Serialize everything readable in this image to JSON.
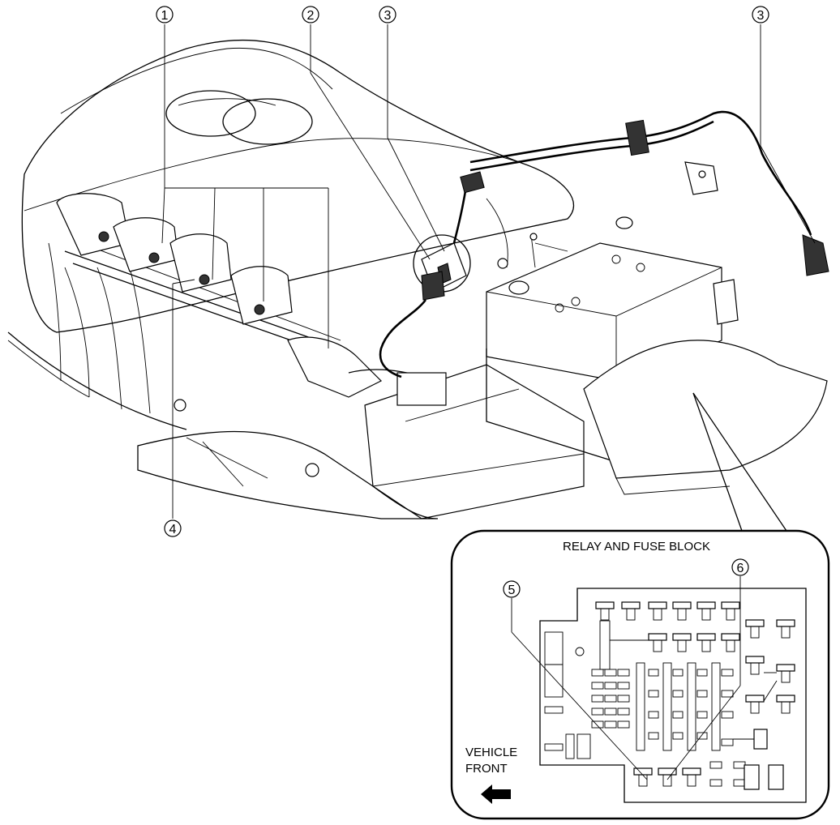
{
  "callouts": [
    {
      "id": "1",
      "label": "1"
    },
    {
      "id": "2",
      "label": "2"
    },
    {
      "id": "3a",
      "label": "3"
    },
    {
      "id": "3b",
      "label": "3"
    },
    {
      "id": "4",
      "label": "4"
    },
    {
      "id": "5",
      "label": "5"
    },
    {
      "id": "6",
      "label": "6"
    }
  ],
  "inset": {
    "title": "RELAY AND FUSE BLOCK",
    "direction_label_line1": "VEHICLE",
    "direction_label_line2": "FRONT",
    "direction_icon": "arrow-left-icon"
  }
}
